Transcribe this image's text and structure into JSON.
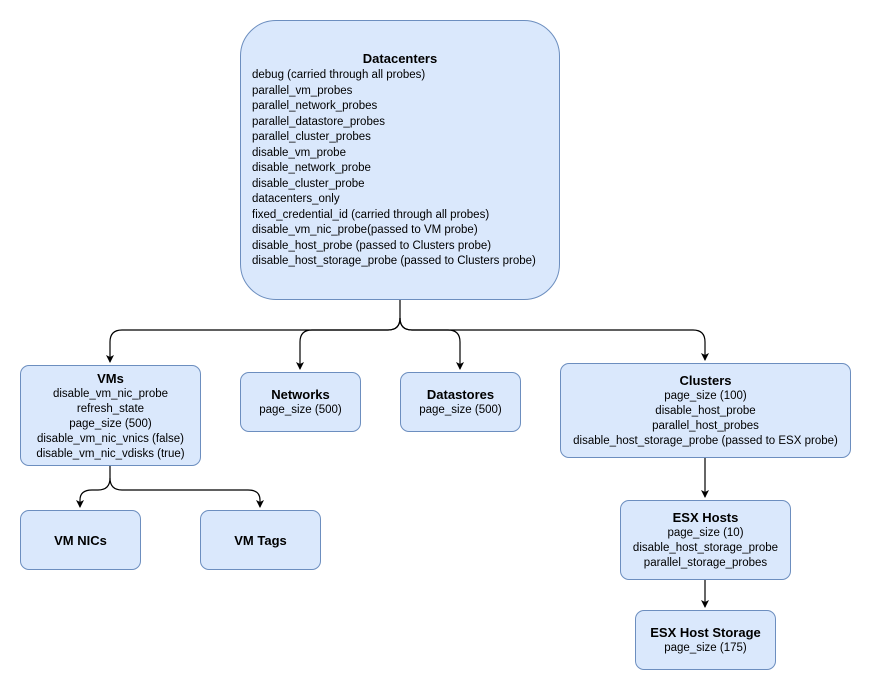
{
  "nodes": {
    "datacenters": {
      "title": "Datacenters",
      "lines": [
        "debug (carried through all probes)",
        "parallel_vm_probes",
        "parallel_network_probes",
        "parallel_datastore_probes",
        "parallel_cluster_probes",
        "disable_vm_probe",
        "disable_network_probe",
        "disable_cluster_probe",
        "datacenters_only",
        "fixed_credential_id (carried through all probes)",
        "disable_vm_nic_probe(passed to VM probe)",
        "disable_host_probe (passed to Clusters probe)",
        "disable_host_storage_probe (passed to Clusters probe)"
      ]
    },
    "vms": {
      "title": "VMs",
      "lines": [
        "disable_vm_nic_probe",
        "refresh_state",
        "page_size (500)",
        "disable_vm_nic_vnics (false)",
        "disable_vm_nic_vdisks (true)"
      ]
    },
    "networks": {
      "title": "Networks",
      "lines": [
        "page_size (500)"
      ]
    },
    "datastores": {
      "title": "Datastores",
      "lines": [
        "page_size (500)"
      ]
    },
    "clusters": {
      "title": "Clusters",
      "lines": [
        "page_size (100)",
        "disable_host_probe",
        "parallel_host_probes",
        "disable_host_storage_probe (passed to ESX probe)"
      ]
    },
    "vm_nics": {
      "title": "VM NICs",
      "lines": []
    },
    "vm_tags": {
      "title": "VM Tags",
      "lines": []
    },
    "esx_hosts": {
      "title": "ESX Hosts",
      "lines": [
        "page_size (10)",
        "disable_host_storage_probe",
        "parallel_storage_probes"
      ]
    },
    "esx_host_storage": {
      "title": "ESX Host Storage",
      "lines": [
        "page_size (175)"
      ]
    }
  },
  "colors": {
    "node_fill": "#dae8fc",
    "node_border": "#6c8ebf",
    "edge": "#000000",
    "text": "#000000"
  }
}
